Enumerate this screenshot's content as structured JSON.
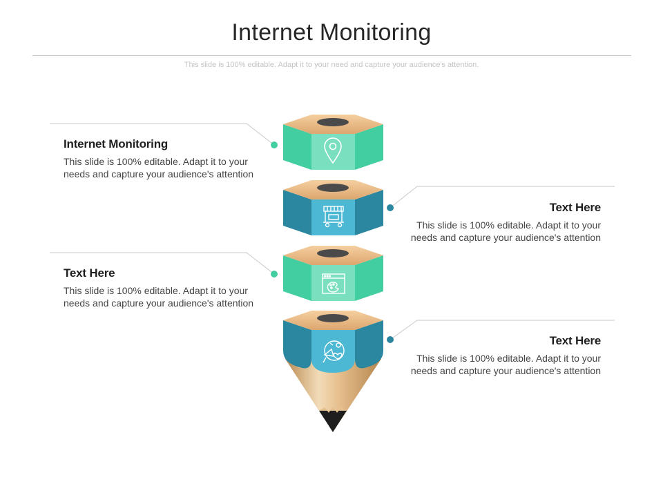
{
  "slide": {
    "title": "Internet Monitoring",
    "subtitle": "This slide is 100% editable. Adapt it to your need and capture your audience's attention."
  },
  "items": [
    {
      "heading": "Internet Monitoring",
      "body": "This slide is 100% editable. Adapt it to your needs and capture your audience's attention",
      "side": "left",
      "icon": "location-pin-icon"
    },
    {
      "heading": "Text Here",
      "body": "This slide is 100% editable. Adapt it to your needs and capture your audience's attention",
      "side": "right",
      "icon": "shop-cart-icon"
    },
    {
      "heading": "Text Here",
      "body": "This slide is 100% editable. Adapt it to your needs and capture your audience's attention",
      "side": "left",
      "icon": "browser-palette-icon"
    },
    {
      "heading": "Text Here",
      "body": "This slide is 100% editable. Adapt it to your needs and capture your audience's attention",
      "side": "right",
      "icon": "creative-tools-icon"
    }
  ],
  "colors": {
    "green": "#43ceA2",
    "green_dark": "#2fb489",
    "green_light": "#7adfbe",
    "blue": "#2b86a0",
    "blue_dark": "#1f6f87",
    "blue_light": "#4cb8d3",
    "wood_top": "#f0c596",
    "wood_top_dark": "#d9a16d",
    "connector": "#c9c9c9"
  }
}
